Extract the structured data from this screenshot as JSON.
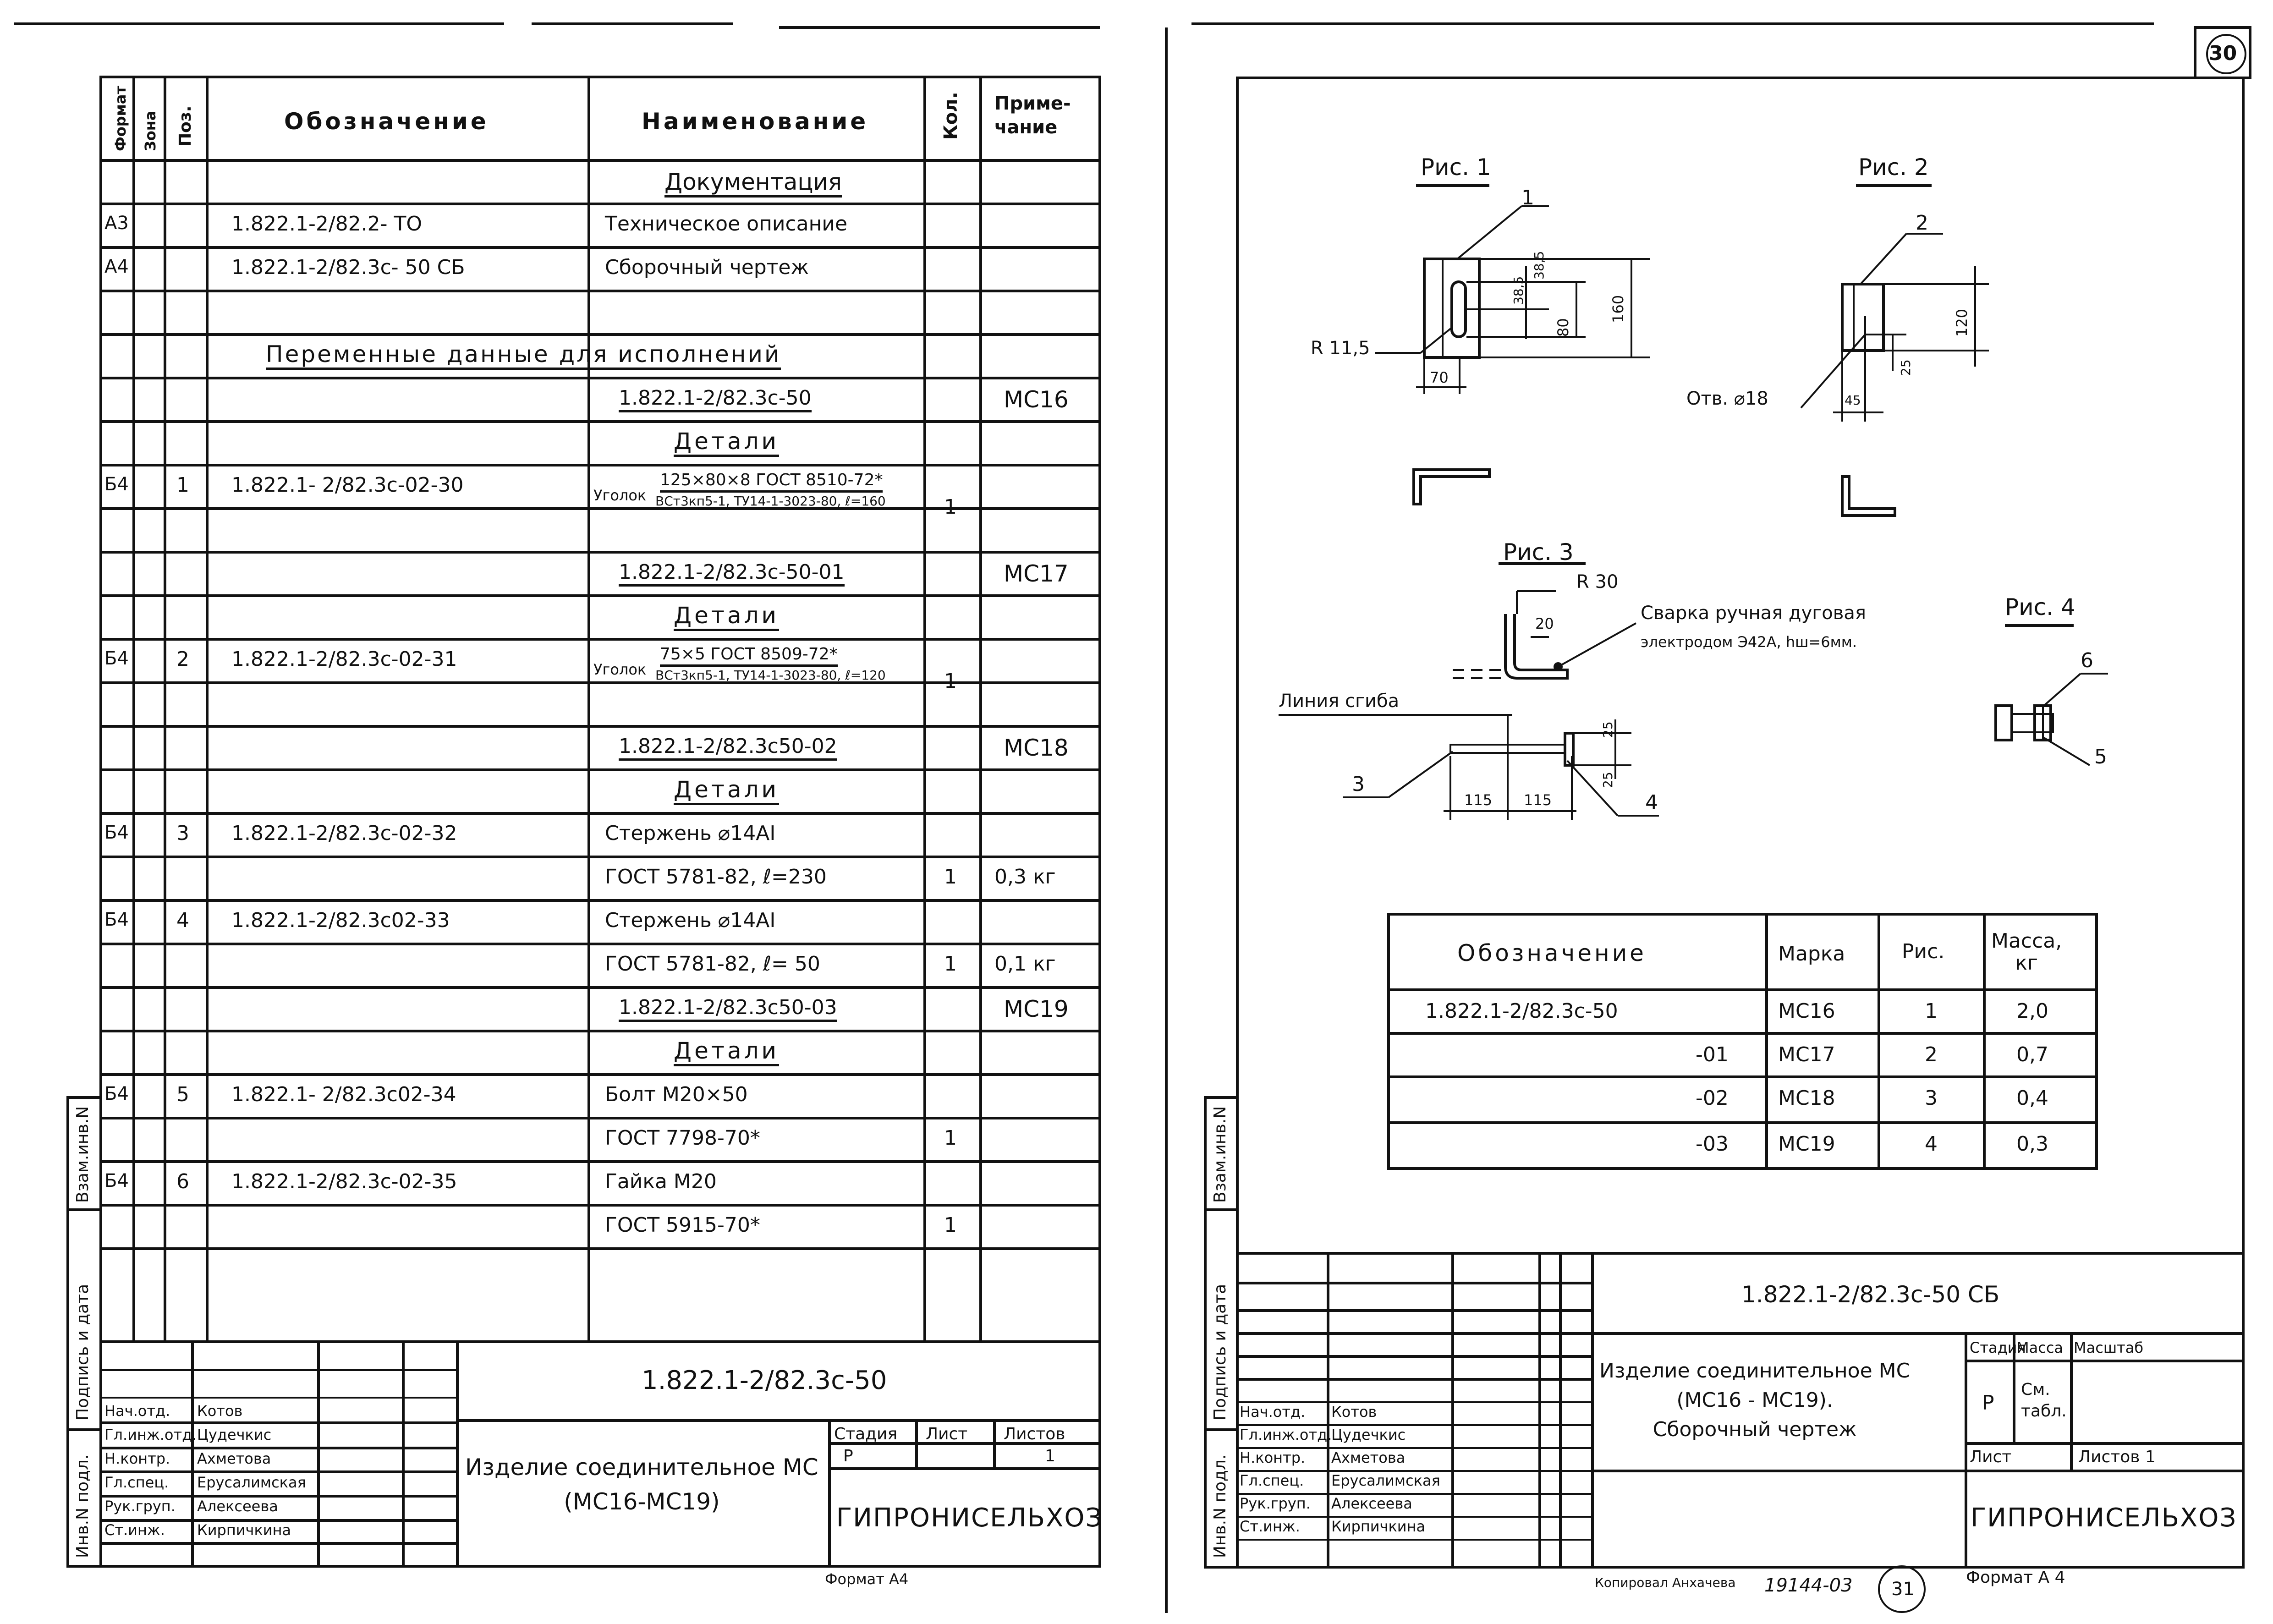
{
  "page_number": "30",
  "left_sheet": {
    "header": {
      "format": "Формат",
      "zone": "Зона",
      "pos": "Поз.",
      "designation": "Обозначение",
      "name": "Наименование",
      "qty": "Кол.",
      "note": "Приме-\nчание"
    },
    "section_docs": "Документация",
    "doc_rows": [
      {
        "format": "А3",
        "designation": "1.822.1-2/82.2- ТО",
        "name": "Техническое описание"
      },
      {
        "format": "А4",
        "designation": "1.822.1-2/82.3с- 50 СБ",
        "name": "Сборочный чертеж"
      }
    ],
    "section_variants": "Переменные данные для исполнений",
    "variants": [
      {
        "doc": "1.822.1-2/82.3с-50",
        "note": "МС16",
        "details": "Детали",
        "rows": [
          {
            "format": "Б4",
            "pos": "1",
            "designation": "1.822.1- 2/82.3с-02-30",
            "name_prefix": "Уголок",
            "name_top": "125×80×8 ГОСТ 8510-72*",
            "name_bottom": "ВСт3кп5-1, ТУ14-1-3023-80, ℓ=160",
            "qty": "1"
          }
        ]
      },
      {
        "doc": "1.822.1-2/82.3с-50-01",
        "note": "МС17",
        "details": "Детали",
        "rows": [
          {
            "format": "Б4",
            "pos": "2",
            "designation": "1.822.1-2/82.3с-02-31",
            "name_prefix": "Уголок",
            "name_top": "75×5 ГОСТ 8509-72*",
            "name_bottom": "ВСт3кп5-1, ТУ14-1-3023-80, ℓ=120",
            "qty": "1"
          }
        ]
      },
      {
        "doc": "1.822.1-2/82.3с50-02",
        "note": "МС18",
        "details": "Детали",
        "rows": [
          {
            "format": "Б4",
            "pos": "3",
            "designation": "1.822.1-2/82.3с-02-32",
            "name1": "Стержень ⌀14АI",
            "name2": "ГОСТ 5781-82,  ℓ=230",
            "qty": "1",
            "note": "0,3 кг"
          },
          {
            "format": "Б4",
            "pos": "4",
            "designation": "1.822.1-2/82.3с02-33",
            "name1": "Стержень ⌀14АI",
            "name2": "ГОСТ 5781-82, ℓ= 50",
            "qty": "1",
            "note": "0,1 кг"
          }
        ]
      },
      {
        "doc": "1.822.1-2/82.3с50-03",
        "note": "МС19",
        "details": "Детали",
        "rows": [
          {
            "format": "Б4",
            "pos": "5",
            "designation": "1.822.1- 2/82.3с02-34",
            "name1": "Болт М20×50",
            "name2": "ГОСТ 7798-70*",
            "qty": "1"
          },
          {
            "format": "Б4",
            "pos": "6",
            "designation": "1.822.1-2/82.3с-02-35",
            "name1": "Гайка М20",
            "name2": "ГОСТ 5915-70*",
            "qty": "1"
          }
        ]
      }
    ],
    "title_block": {
      "code": "1.822.1-2/82.3с-50",
      "title": "Изделие соединительное МС\n(МС16-МС19)",
      "stage_label": "Стадия",
      "sheet_label": "Лист",
      "sheets_label": "Листов",
      "stage": "Р",
      "sheets": "1",
      "org": "ГИПРОНИСЕЛЬХОЗ",
      "staff": [
        {
          "role": "Нач.отд.",
          "name": "Котов"
        },
        {
          "role": "Гл.инж.отд.",
          "name": "Цудечкис"
        },
        {
          "role": "Н.контр.",
          "name": "Ахметова"
        },
        {
          "role": "Гл.спец.",
          "name": "Ерусалимская"
        },
        {
          "role": "Рук.груп.",
          "name": "Алексеева"
        },
        {
          "role": "Ст.инж.",
          "name": "Кирпичкина"
        }
      ]
    },
    "side_labels": [
      "Инв.N подл.",
      "Подпись и дата",
      "Взам.инв.N"
    ],
    "format_note": "Формат А4"
  },
  "right_sheet": {
    "fig1": {
      "title": "Рис. 1",
      "callout": "1",
      "radius": "R 11,5",
      "dims": [
        "38,5",
        "38,5",
        "80",
        "160",
        "70"
      ]
    },
    "fig2": {
      "title": "Рис. 2",
      "callout": "2",
      "hole": "Отв. ⌀18",
      "dims": [
        "120",
        "25",
        "45"
      ]
    },
    "fig3": {
      "title": "Рис. 3",
      "radius": "R 30",
      "weld": "Сварка ручная дуговая",
      "weld2": "электродом Э42А, hш=6мм.",
      "dim20": "20",
      "bend": "Линия сгиба",
      "c3": "3",
      "c4": "4",
      "dims": [
        "115",
        "115",
        "25",
        "25"
      ]
    },
    "fig4": {
      "title": "Рис. 4",
      "c5": "5",
      "c6": "6"
    },
    "table": {
      "headers": [
        "Обозначение",
        "Марка",
        "Рис.",
        "Масса,\nкг"
      ],
      "rows": [
        [
          "1.822.1-2/82.3с-50",
          "МС16",
          "1",
          "2,0"
        ],
        [
          "-01",
          "МС17",
          "2",
          "0,7"
        ],
        [
          "-02",
          "МС18",
          "3",
          "0,4"
        ],
        [
          "-03",
          "МС19",
          "4",
          "0,3"
        ]
      ]
    },
    "title_block": {
      "code": "1.822.1-2/82.3с-50 СБ",
      "title": "Изделие соединительное МС\n(МС16 - МС19).\nСборочный чертеж",
      "stage_label": "Стадия",
      "mass_label": "Масса",
      "scale_label": "Масштаб",
      "stage": "Р",
      "mass": "См.\nтабл.",
      "sheet_label": "Лист",
      "sheets_label": "Листов  1",
      "org": "ГИПРОНИСЕЛЬХОЗ",
      "staff": [
        {
          "role": "Нач.отд.",
          "name": "Котов"
        },
        {
          "role": "Гл.инж.отд.",
          "name": "Цудечкис"
        },
        {
          "role": "Н.контр.",
          "name": "Ахметова"
        },
        {
          "role": "Гл.спец.",
          "name": "Ерусалимская"
        },
        {
          "role": "Рук.груп.",
          "name": "Алексеева"
        },
        {
          "role": "Ст.инж.",
          "name": "Кирпичкина"
        }
      ]
    },
    "side_labels": [
      "Инв.N подл.",
      "Подпись и дата",
      "Взам.инв.N"
    ],
    "copied": "Копировал Анхачева",
    "order": "19144-03",
    "page": "31",
    "format_note": "Формат А 4"
  }
}
